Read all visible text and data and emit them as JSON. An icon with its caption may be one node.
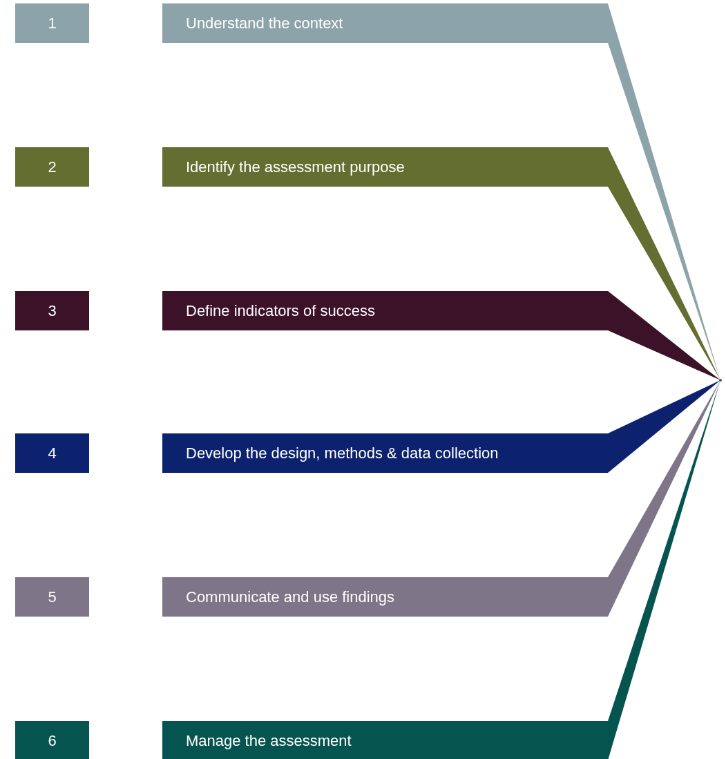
{
  "diagram": {
    "nodes": [
      {
        "text": [
          "1"
        ]
      },
      {
        "text": [
          "Understand the context"
        ]
      },
      {
        "text": [
          "2"
        ]
      },
      {
        "text": [
          "Identify the assessment purpose"
        ]
      },
      {
        "text": [
          "3"
        ]
      },
      {
        "text": [
          "Define indicators of success"
        ]
      },
      {
        "text": [
          "4"
        ]
      },
      {
        "text": [
          "Develop the design, methods & data collection"
        ]
      },
      {
        "text": [
          "5"
        ]
      },
      {
        "text": [
          "Communicate and use findings"
        ]
      },
      {
        "text": [
          "6"
        ]
      },
      {
        "text": [
          "Manage the assessment"
        ]
      },
      {
        "text": [],
        "shape": "point"
      }
    ],
    "edges": [
      {
        "from": 1,
        "to": 12,
        "arrow": "none",
        "color": "#8da3aa"
      },
      {
        "from": 3,
        "to": 12,
        "arrow": "none",
        "color": "#646e31"
      },
      {
        "from": 5,
        "to": 12,
        "arrow": "none",
        "color": "#3b1228"
      },
      {
        "from": 7,
        "to": 12,
        "arrow": "none",
        "color": "#0c226e"
      },
      {
        "from": 9,
        "to": 12,
        "arrow": "none",
        "color": "#7f7589"
      },
      {
        "from": 11,
        "to": 12,
        "arrow": "none",
        "color": "#06544f"
      }
    ]
  }
}
